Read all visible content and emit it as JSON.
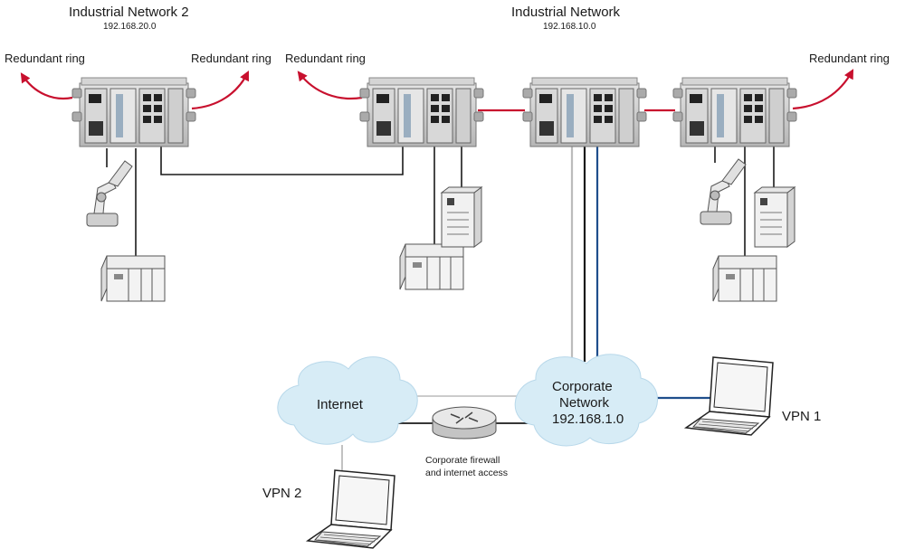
{
  "networks": {
    "net2": {
      "title": "Industrial Network 2",
      "subnet": "192.168.20.0"
    },
    "net1": {
      "title": "Industrial Network",
      "subnet": "192.168.10.0"
    }
  },
  "ring_labels": [
    "Redundant ring",
    "Redundant ring",
    "Redundant ring",
    "Redundant ring"
  ],
  "clouds": {
    "internet": {
      "label": "Internet"
    },
    "corporate": {
      "line1": "Corporate",
      "line2": "Network",
      "line3": "192.168.1.0"
    }
  },
  "firewall": {
    "line1": "Corporate firewall",
    "line2": "and internet access"
  },
  "vpn": {
    "vpn1": "VPN 1",
    "vpn2": "VPN 2"
  },
  "colors": {
    "ring": "#c8102e",
    "cable": "#1a1a1a",
    "fiber": "#bcbcbc",
    "vpn_link": "#1f4e8c",
    "cloud": "#d7ecf6",
    "device": "#c9c9c9"
  }
}
